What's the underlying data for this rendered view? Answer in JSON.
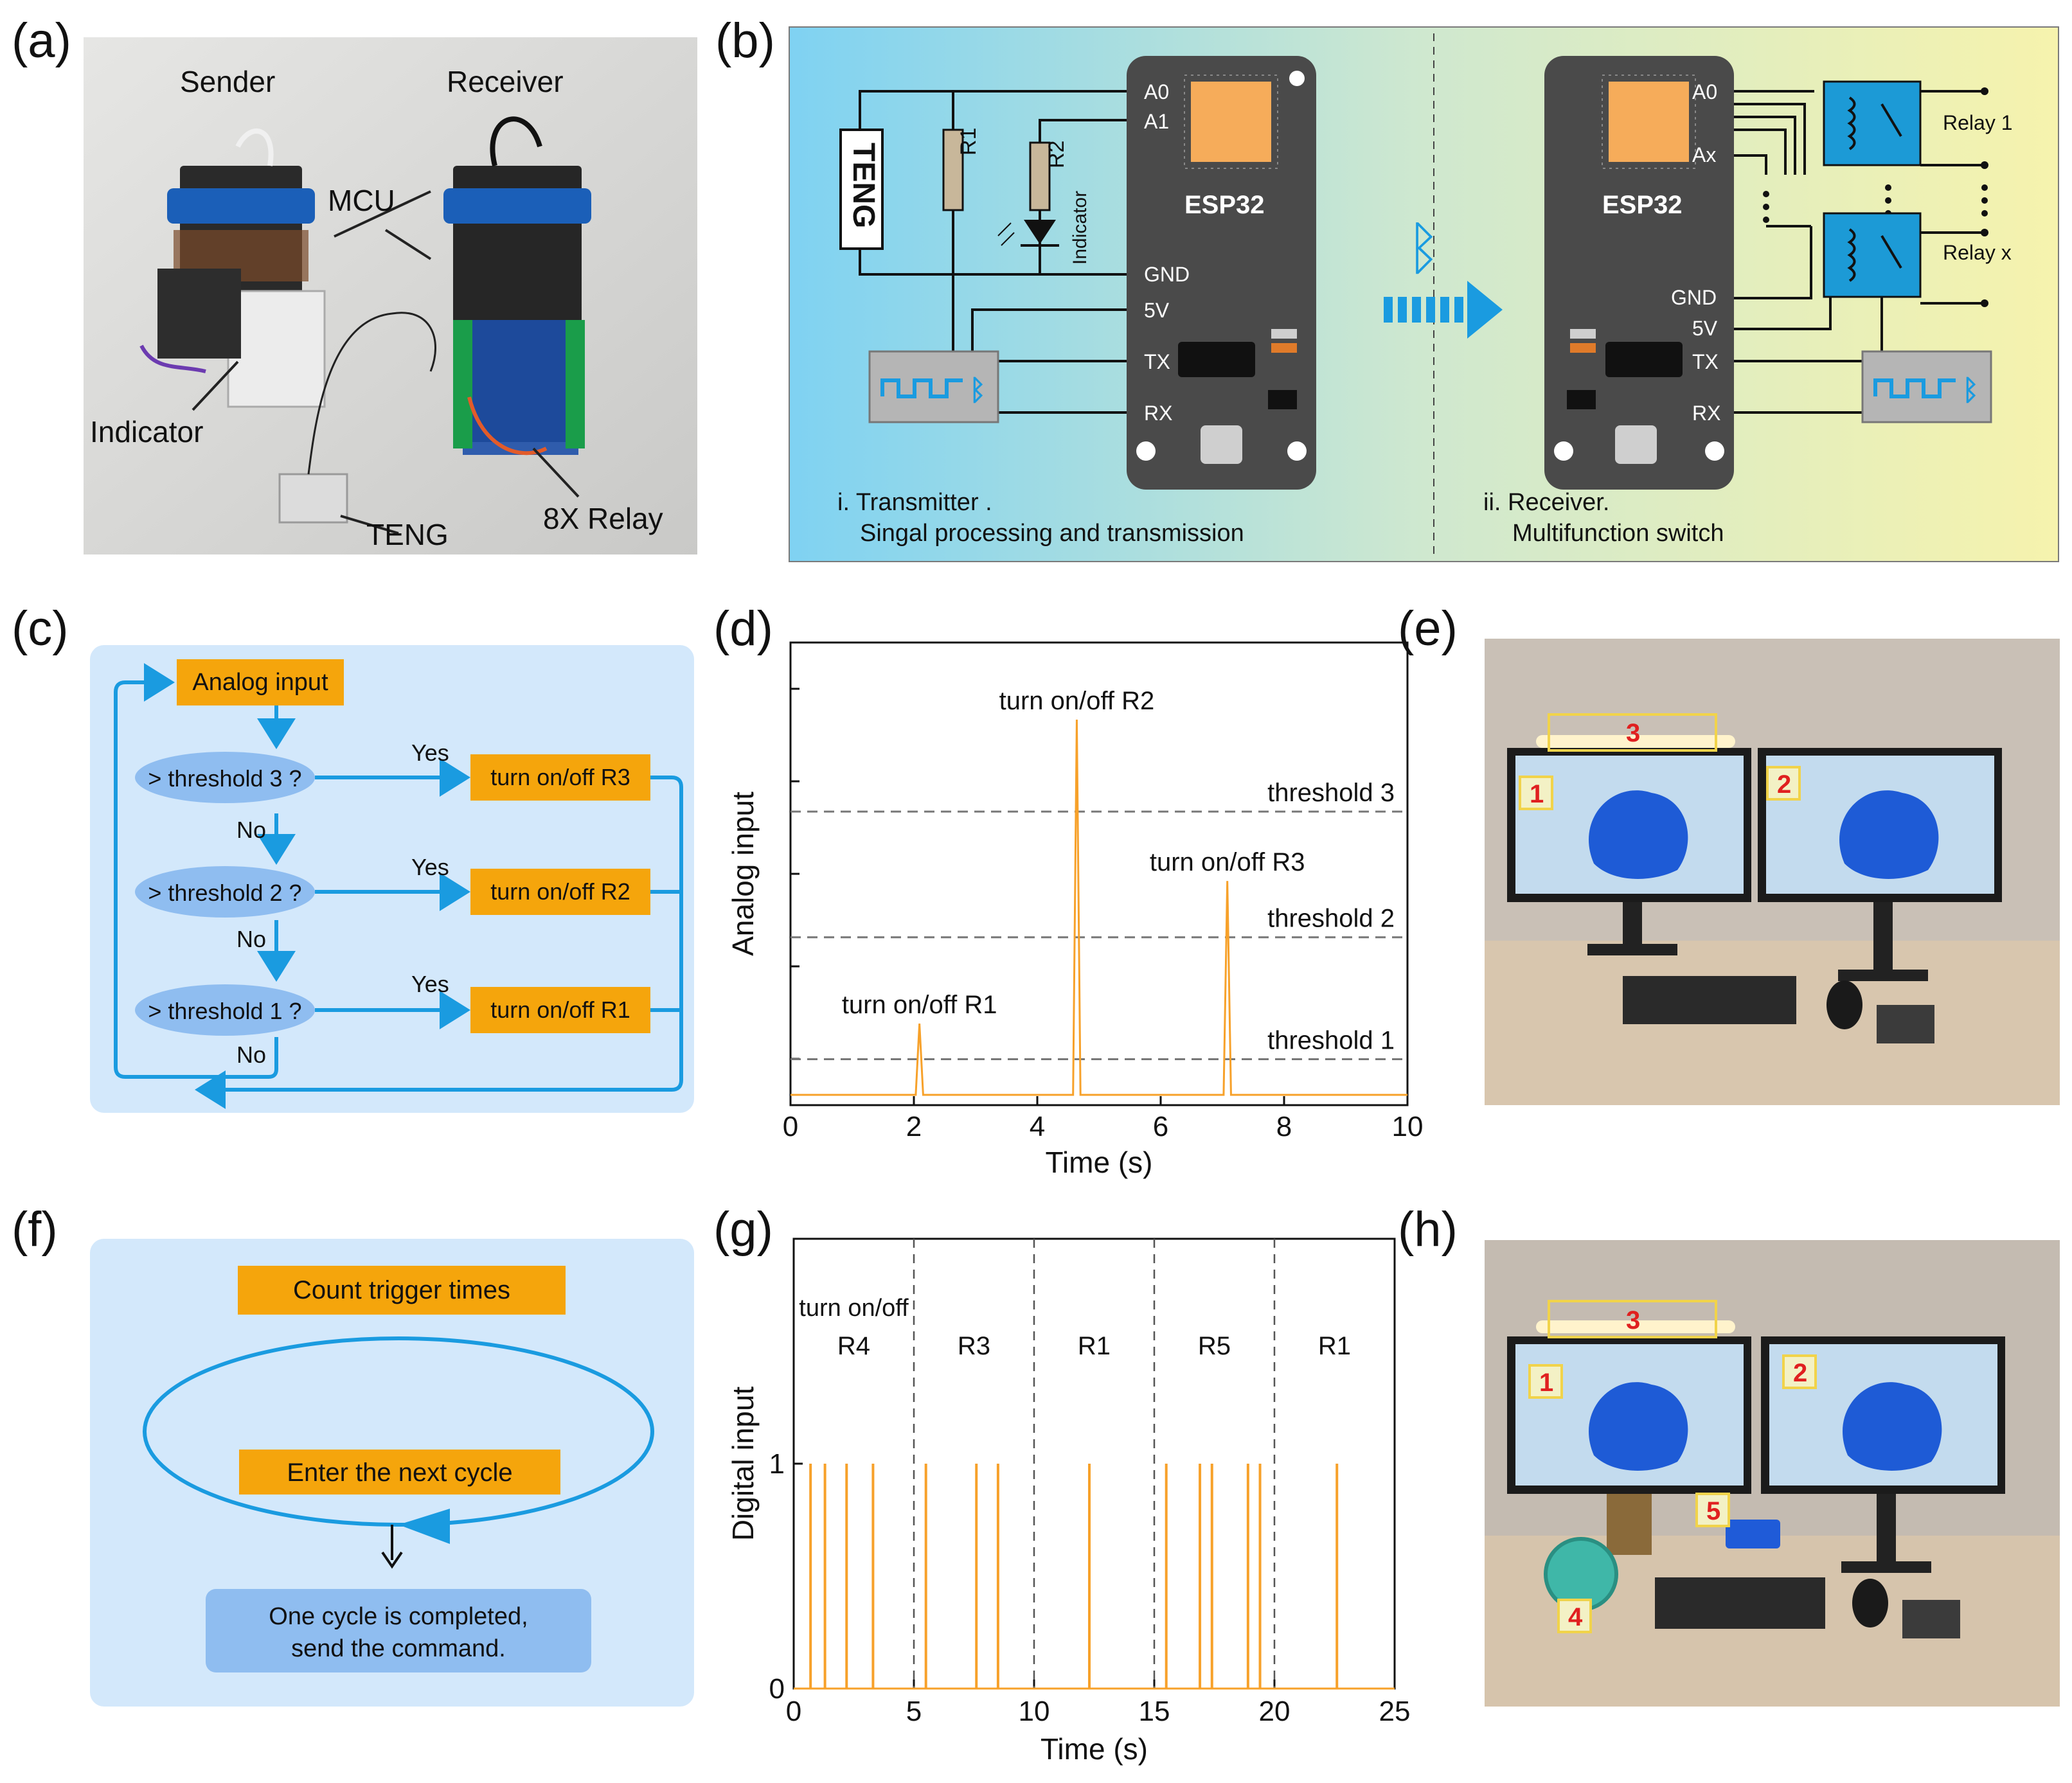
{
  "panel_letters": [
    "(a)",
    "(b)",
    "(c)",
    "(d)",
    "(e)",
    "(f)",
    "(g)",
    "(h)"
  ],
  "colors": {
    "orange": "#f5a50c",
    "trace": "#f7a12a",
    "blue_accent": "#1a9be0",
    "flow_bg": "#d3e8fb",
    "ellipse": "#8fbdf0",
    "relay_fill": "#1c9ad6",
    "board": "#4a4a4a"
  },
  "panel_a": {
    "sender": "Sender",
    "receiver": "Receiver",
    "mcu": "MCU",
    "indicator": "Indicator",
    "teng": "TENG",
    "relay": "8X Relay"
  },
  "panel_b": {
    "teng": "TENG",
    "r1": "R1",
    "r2": "R2",
    "indicator": "Indicator",
    "chip": "ESP32",
    "tx_pins": [
      "A0",
      "A1",
      "GND",
      "5V",
      "TX",
      "RX"
    ],
    "rx_pins_top": [
      "A0",
      "Ax"
    ],
    "rx_pins_bottom": [
      "GND",
      "5V",
      "TX",
      "RX"
    ],
    "relay1": "Relay 1",
    "relayx": "Relay x",
    "transmitter_title": "i. Transmitter .",
    "transmitter_sub": "Singal processing and transmission",
    "receiver_title": "ii. Receiver.",
    "receiver_sub": "Multifunction switch"
  },
  "panel_c": {
    "start": "Analog input",
    "cond3": "> threshold 3 ?",
    "cond2": "> threshold 2 ?",
    "cond1": "> threshold 1 ?",
    "act3": "turn on/off R3",
    "act2": "turn on/off R2",
    "act1": "turn on/off R1",
    "yes": "Yes",
    "no": "No"
  },
  "panel_e": {
    "labels": [
      "1",
      "2",
      "3"
    ]
  },
  "panel_f": {
    "count": "Count trigger times",
    "next": "Enter the next cycle",
    "done1": "One cycle is completed,",
    "done2": "send the command."
  },
  "panel_h": {
    "labels": [
      "1",
      "2",
      "3",
      "4",
      "5"
    ]
  },
  "chart_data": [
    {
      "panel": "(d)",
      "type": "line",
      "xlabel": "Time (s)",
      "ylabel": "Analog input",
      "xlim": [
        0,
        10
      ],
      "ylim": [
        0,
        1
      ],
      "xticks": [
        0,
        2,
        4,
        6,
        8,
        10
      ],
      "series": [
        {
          "x": [
            0,
            2.03,
            2.09,
            2.15,
            4.58,
            4.64,
            4.7,
            7.02,
            7.08,
            7.14,
            10
          ],
          "y": [
            0,
            0,
            0.19,
            0,
            0,
            1.0,
            0,
            0,
            0.57,
            0,
            0
          ]
        }
      ],
      "thresholds": [
        {
          "name": "threshold 3",
          "value": 0.755
        },
        {
          "name": "threshold 2",
          "value": 0.42
        },
        {
          "name": "threshold 1",
          "value": 0.095
        }
      ],
      "annotations": [
        {
          "text": "turn on/off R2",
          "x": 4.64,
          "y": 1.0
        },
        {
          "text": "turn on/off R3",
          "x": 7.08,
          "y": 0.57
        },
        {
          "text": "turn on/off R1",
          "x": 2.09,
          "y": 0.19
        }
      ]
    },
    {
      "panel": "(g)",
      "type": "line",
      "xlabel": "Time (s)",
      "ylabel": "Digital input",
      "xlim": [
        0,
        25
      ],
      "ylim": [
        0,
        2
      ],
      "xticks": [
        0,
        5,
        10,
        15,
        20,
        25
      ],
      "yticks": [
        0,
        1
      ],
      "pulses": [
        0.7,
        1.3,
        2.2,
        3.3,
        5.5,
        7.6,
        8.5,
        12.3,
        15.5,
        16.9,
        17.4,
        18.9,
        19.4,
        22.6
      ],
      "pulse_value": 1,
      "dividers": [
        5,
        10,
        15,
        20
      ],
      "header": "turn on/off",
      "segment_labels": [
        {
          "text": "R4",
          "x": 2.5
        },
        {
          "text": "R3",
          "x": 7.5
        },
        {
          "text": "R1",
          "x": 12.5
        },
        {
          "text": "R5",
          "x": 17.5
        },
        {
          "text": "R1",
          "x": 22.5
        }
      ]
    }
  ]
}
